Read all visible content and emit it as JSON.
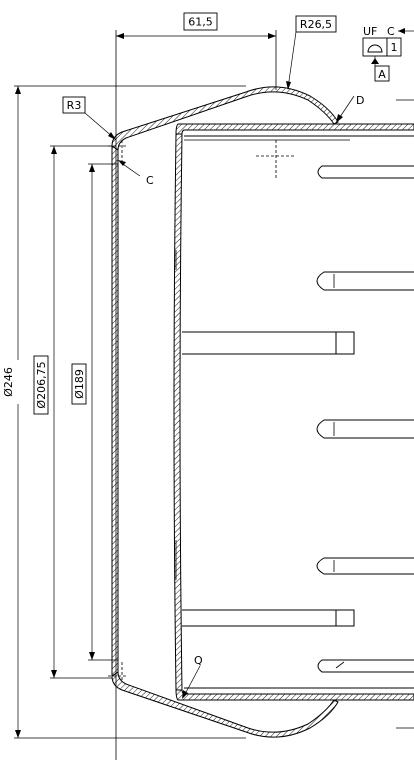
{
  "dimensions": {
    "width_61_5": "61,5",
    "radius_26_5": "R26,5",
    "radius_3": "R3",
    "dia_246": "Ø246",
    "dia_206_75": "Ø206,75",
    "dia_189": "Ø189"
  },
  "labels": {
    "c_lower": "C",
    "d": "D",
    "q": "Q"
  },
  "tolerance": {
    "uf": "UF",
    "c": "C",
    "value": "1",
    "datum": "A"
  }
}
